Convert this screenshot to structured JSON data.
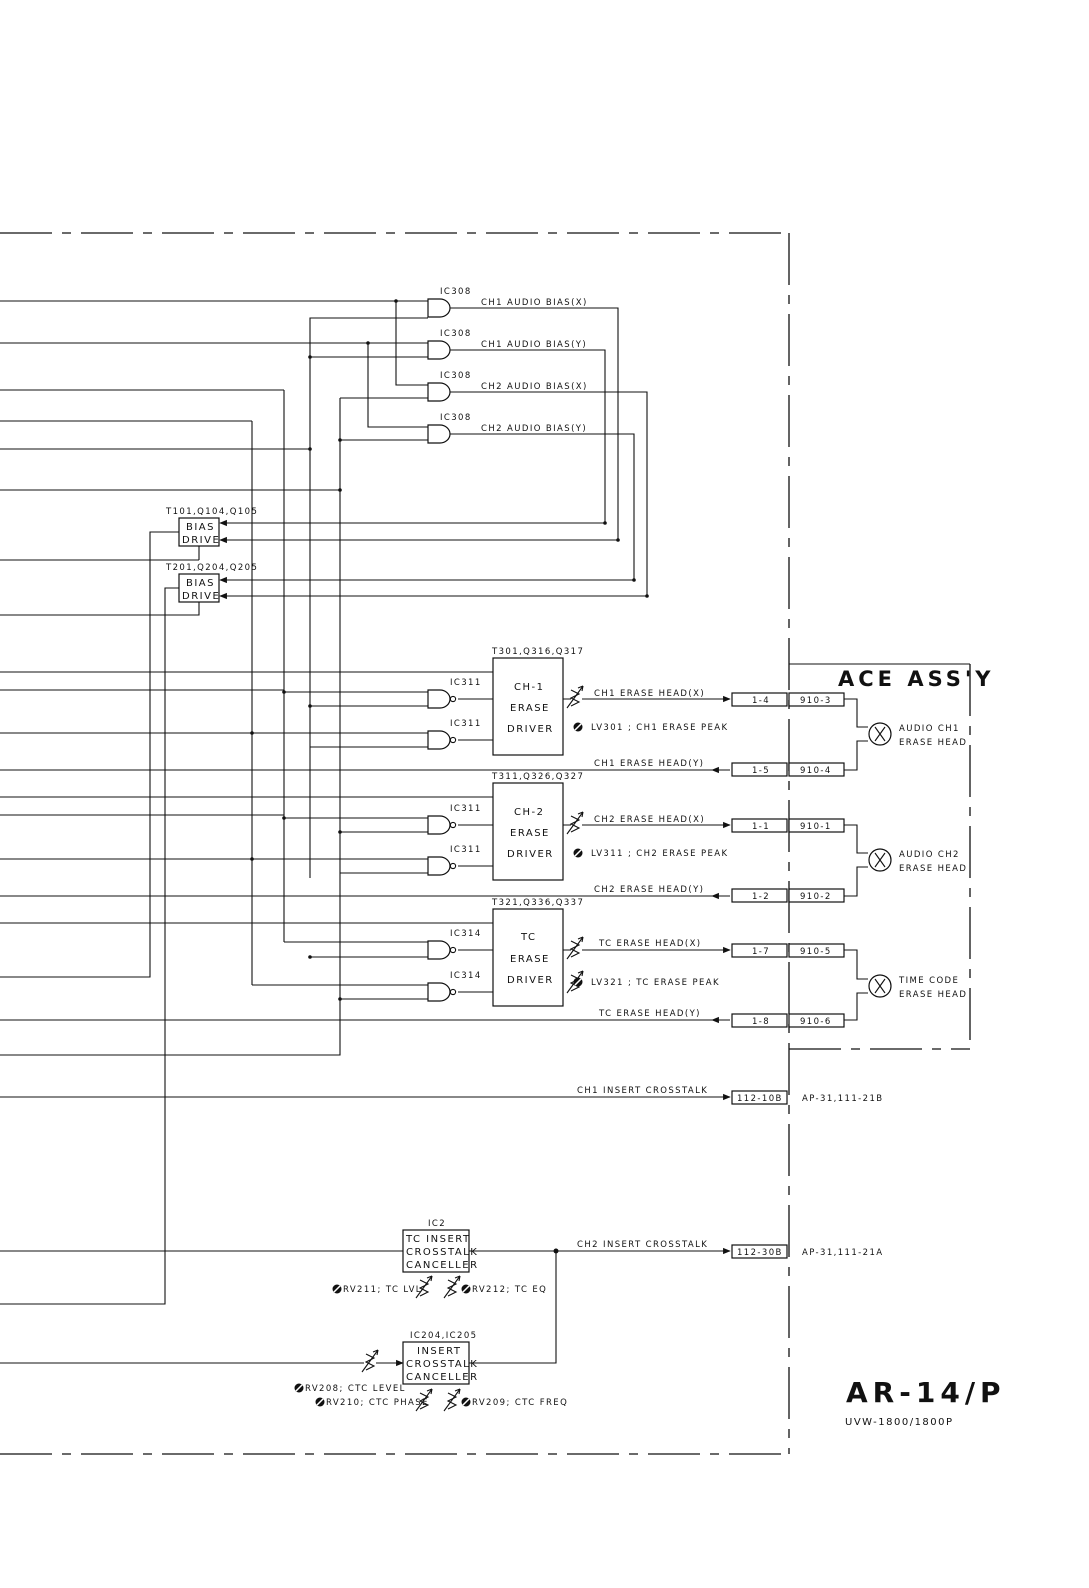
{
  "ic_labels": {
    "ic308": "IC308",
    "ic311": "IC311",
    "ic314": "IC314",
    "ic2": "IC2",
    "ic204_205": "IC204,IC205"
  },
  "bias_drive": [
    {
      "ref": "T101,Q104,Q105",
      "line1": "BIAS",
      "line2": "DRIVE"
    },
    {
      "ref": "T201,Q204,Q205",
      "line1": "BIAS",
      "line2": "DRIVE"
    }
  ],
  "bias_signals": [
    "CH1 AUDIO BIAS(X)",
    "CH1 AUDIO BIAS(Y)",
    "CH2 AUDIO BIAS(X)",
    "CH2 AUDIO BIAS(Y)"
  ],
  "erase_drivers": [
    {
      "ref": "T301,Q316,Q317",
      "line1": "CH-1",
      "line2": "ERASE",
      "line3": "DRIVER",
      "head_x": "CH1 ERASE HEAD(X)",
      "head_y": "CH1 ERASE HEAD(Y)",
      "adjust": "LV301 ; CH1 ERASE PEAK",
      "conn_x": "1-4",
      "conn_y": "1-5",
      "ace_x": "910-3",
      "ace_y": "910-4",
      "head_label1": "AUDIO CH1",
      "head_label2": "ERASE HEAD"
    },
    {
      "ref": "T311,Q326,Q327",
      "line1": "CH-2",
      "line2": "ERASE",
      "line3": "DRIVER",
      "head_x": "CH2 ERASE HEAD(X)",
      "head_y": "CH2 ERASE HEAD(Y)",
      "adjust": "LV311 ; CH2 ERASE PEAK",
      "conn_x": "1-1",
      "conn_y": "1-2",
      "ace_x": "910-1",
      "ace_y": "910-2",
      "head_label1": "AUDIO CH2",
      "head_label2": "ERASE HEAD"
    },
    {
      "ref": "T321,Q336,Q337",
      "line1": "TC",
      "line2": "ERASE",
      "line3": "DRIVER",
      "head_x": "TC ERASE HEAD(X)",
      "head_y": "TC ERASE HEAD(Y)",
      "adjust": "LV321 ; TC ERASE PEAK",
      "conn_x": "1-7",
      "conn_y": "1-8",
      "ace_x": "910-5",
      "ace_y": "910-6",
      "head_label1": "TIME CODE",
      "head_label2": "ERASE HEAD"
    }
  ],
  "ace_assy": "ACE ASS'Y",
  "crosstalk": {
    "ch1_label": "CH1 INSERT CROSSTALK",
    "ch1_conn": "112-10B",
    "ch1_ref": "AP-31,111-21B",
    "ch2_label": "CH2 INSERT CROSSTALK",
    "ch2_conn": "112-30B",
    "ch2_ref": "AP-31,111-21A"
  },
  "tc_canceller": {
    "line1": "TC INSERT",
    "line2": "CROSSTALK",
    "line3": "CANCELLER",
    "rv211": "RV211; TC LVL",
    "rv212": "RV212; TC EQ"
  },
  "insert_canceller": {
    "line1": "INSERT",
    "line2": "CROSSTALK",
    "line3": "CANCELLER",
    "rv208": "RV208; CTC LEVEL",
    "rv210": "RV210; CTC PHASE",
    "rv209": "RV209; CTC FREQ"
  },
  "board_title": "AR-14/P",
  "model": "UVW-1800/1800P"
}
